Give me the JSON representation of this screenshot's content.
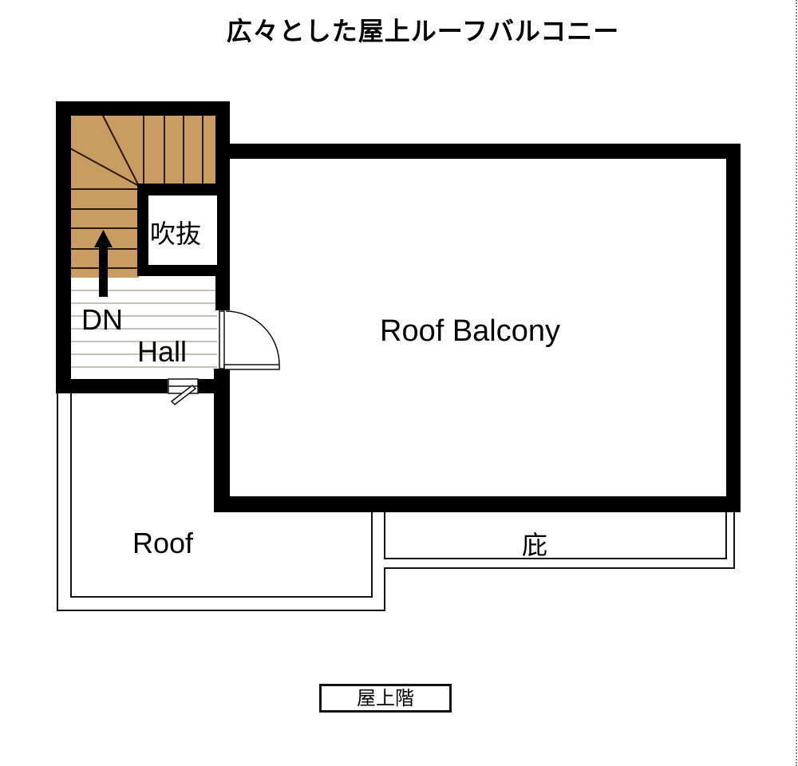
{
  "title": "広々とした屋上ルーフバルコニー",
  "floor_label": "屋上階",
  "rooms": {
    "roof_balcony": "Roof Balcony",
    "hall": "Hall",
    "stairs_direction": "DN",
    "void": "吹抜",
    "roof": "Roof",
    "eaves": "庇"
  },
  "colors": {
    "wall": "#000000",
    "stair_wood": "#c99d62",
    "hall_floor_line": "#b8ada0",
    "background": "#ffffff"
  },
  "icons": {
    "stair_arrow": "arrow-up",
    "door": "swing-door",
    "window": "sliding-window"
  }
}
